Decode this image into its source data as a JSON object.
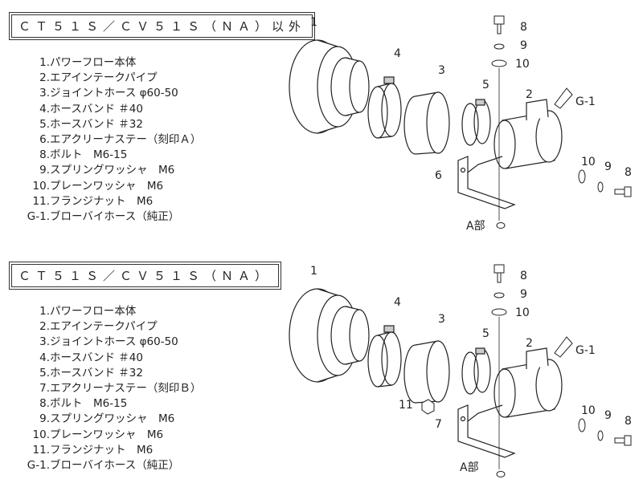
{
  "sections": [
    {
      "title": "ＣＴ５１Ｓ／ＣＶ５１Ｓ（ＮＡ）以外",
      "items": [
        {
          "num": "1.",
          "label": "パワーフロー本体"
        },
        {
          "num": "2.",
          "label": "エアインテークパイプ"
        },
        {
          "num": "3.",
          "label": "ジョイントホース φ60-50"
        },
        {
          "num": "4.",
          "label": "ホースバンド ＃40"
        },
        {
          "num": "5.",
          "label": "ホースバンド ＃32"
        },
        {
          "num": "6.",
          "label": "エアクリーナステー（刻印Ａ）"
        },
        {
          "num": "8.",
          "label": "ボルト　M6-15"
        },
        {
          "num": "9.",
          "label": "スプリングワッシャ　M6"
        },
        {
          "num": "10.",
          "label": "プレーンワッシャ　M6"
        },
        {
          "num": "11.",
          "label": "フランジナット　M6"
        },
        {
          "num": "G-1.",
          "label": "ブローバイホース（純正）"
        }
      ],
      "diagram": {
        "c1": "1",
        "c4": "4",
        "c3": "3",
        "c5": "5",
        "c2": "2",
        "c8a": "8",
        "c9a": "9",
        "c10a": "10",
        "g1": "G-1",
        "c10b": "10",
        "c9b": "9",
        "c8b": "8",
        "stay": "6",
        "part": "A部"
      }
    },
    {
      "title": "ＣＴ５１Ｓ／ＣＶ５１Ｓ（ＮＡ）",
      "items": [
        {
          "num": "1.",
          "label": "パワーフロー本体"
        },
        {
          "num": "2.",
          "label": "エアインテークパイプ"
        },
        {
          "num": "3.",
          "label": "ジョイントホース φ60-50"
        },
        {
          "num": "4.",
          "label": "ホースバンド ＃40"
        },
        {
          "num": "5.",
          "label": "ホースバンド ＃32"
        },
        {
          "num": "7.",
          "label": "エアクリーナステー（刻印Ｂ）"
        },
        {
          "num": "8.",
          "label": "ボルト　M6-15"
        },
        {
          "num": "9.",
          "label": "スプリングワッシャ　M6"
        },
        {
          "num": "10.",
          "label": "プレーンワッシャ　M6"
        },
        {
          "num": "11.",
          "label": "フランジナット　M6"
        },
        {
          "num": "G-1.",
          "label": "ブローバイホース（純正）"
        }
      ],
      "diagram": {
        "c1": "1",
        "c4": "4",
        "c3": "3",
        "c5": "5",
        "c2": "2",
        "c8a": "8",
        "c9a": "9",
        "c10a": "10",
        "g1": "G-1",
        "c10b": "10",
        "c9b": "9",
        "c8b": "8",
        "stay": "7",
        "c11": "11",
        "part": "A部"
      }
    }
  ]
}
